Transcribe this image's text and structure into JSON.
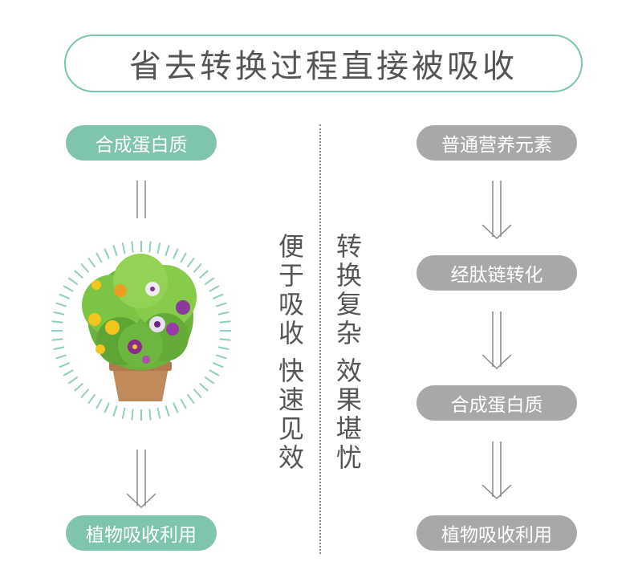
{
  "title": "省去转换过程直接被吸收",
  "left": {
    "top_label": "合成蛋白质",
    "bottom_label": "植物吸收利用"
  },
  "center": {
    "left_col": [
      "便于吸收",
      "快速见效"
    ],
    "right_col": [
      "转换复杂",
      "效果堪忧"
    ]
  },
  "right": {
    "steps": [
      "普通营养元素",
      "经肽链转化",
      "合成蛋白质",
      "植物吸收利用"
    ]
  },
  "colors": {
    "green": "#7fc4ae",
    "gray": "#a8a8a8",
    "border": "#7bc4ad",
    "text": "#555555"
  }
}
